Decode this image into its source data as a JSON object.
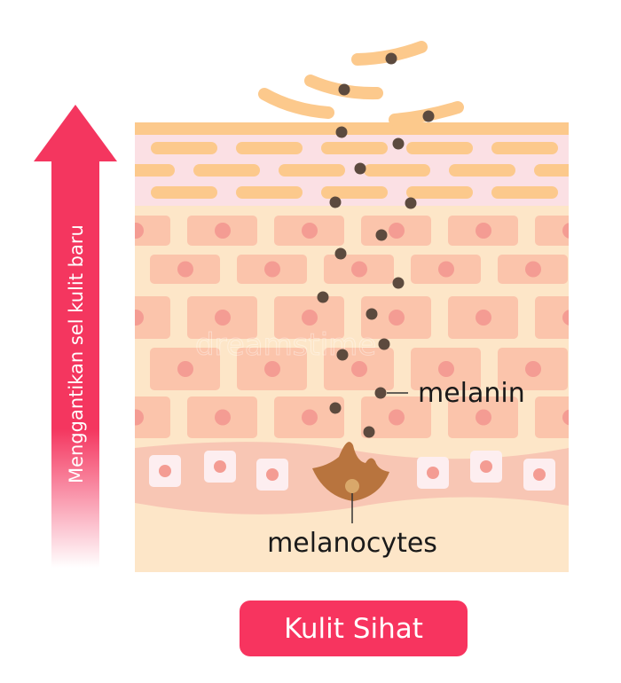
{
  "arrow": {
    "label": "Menggantikan sel kulit baru"
  },
  "labels": {
    "melanin": "melanin",
    "melanocytes": "melanocytes"
  },
  "watermark": "dreamstime",
  "button": {
    "label": "Kulit Sihat"
  },
  "colors": {
    "accent": "#f7345f",
    "corneum": "#fcc98c",
    "granular": "#fbe0e4",
    "cream": "#fde6c8",
    "cell": "#fbc4ab",
    "nucleus": "#f49c93",
    "melanin": "#5c4a3e",
    "melanocyte": "#b8743e"
  }
}
